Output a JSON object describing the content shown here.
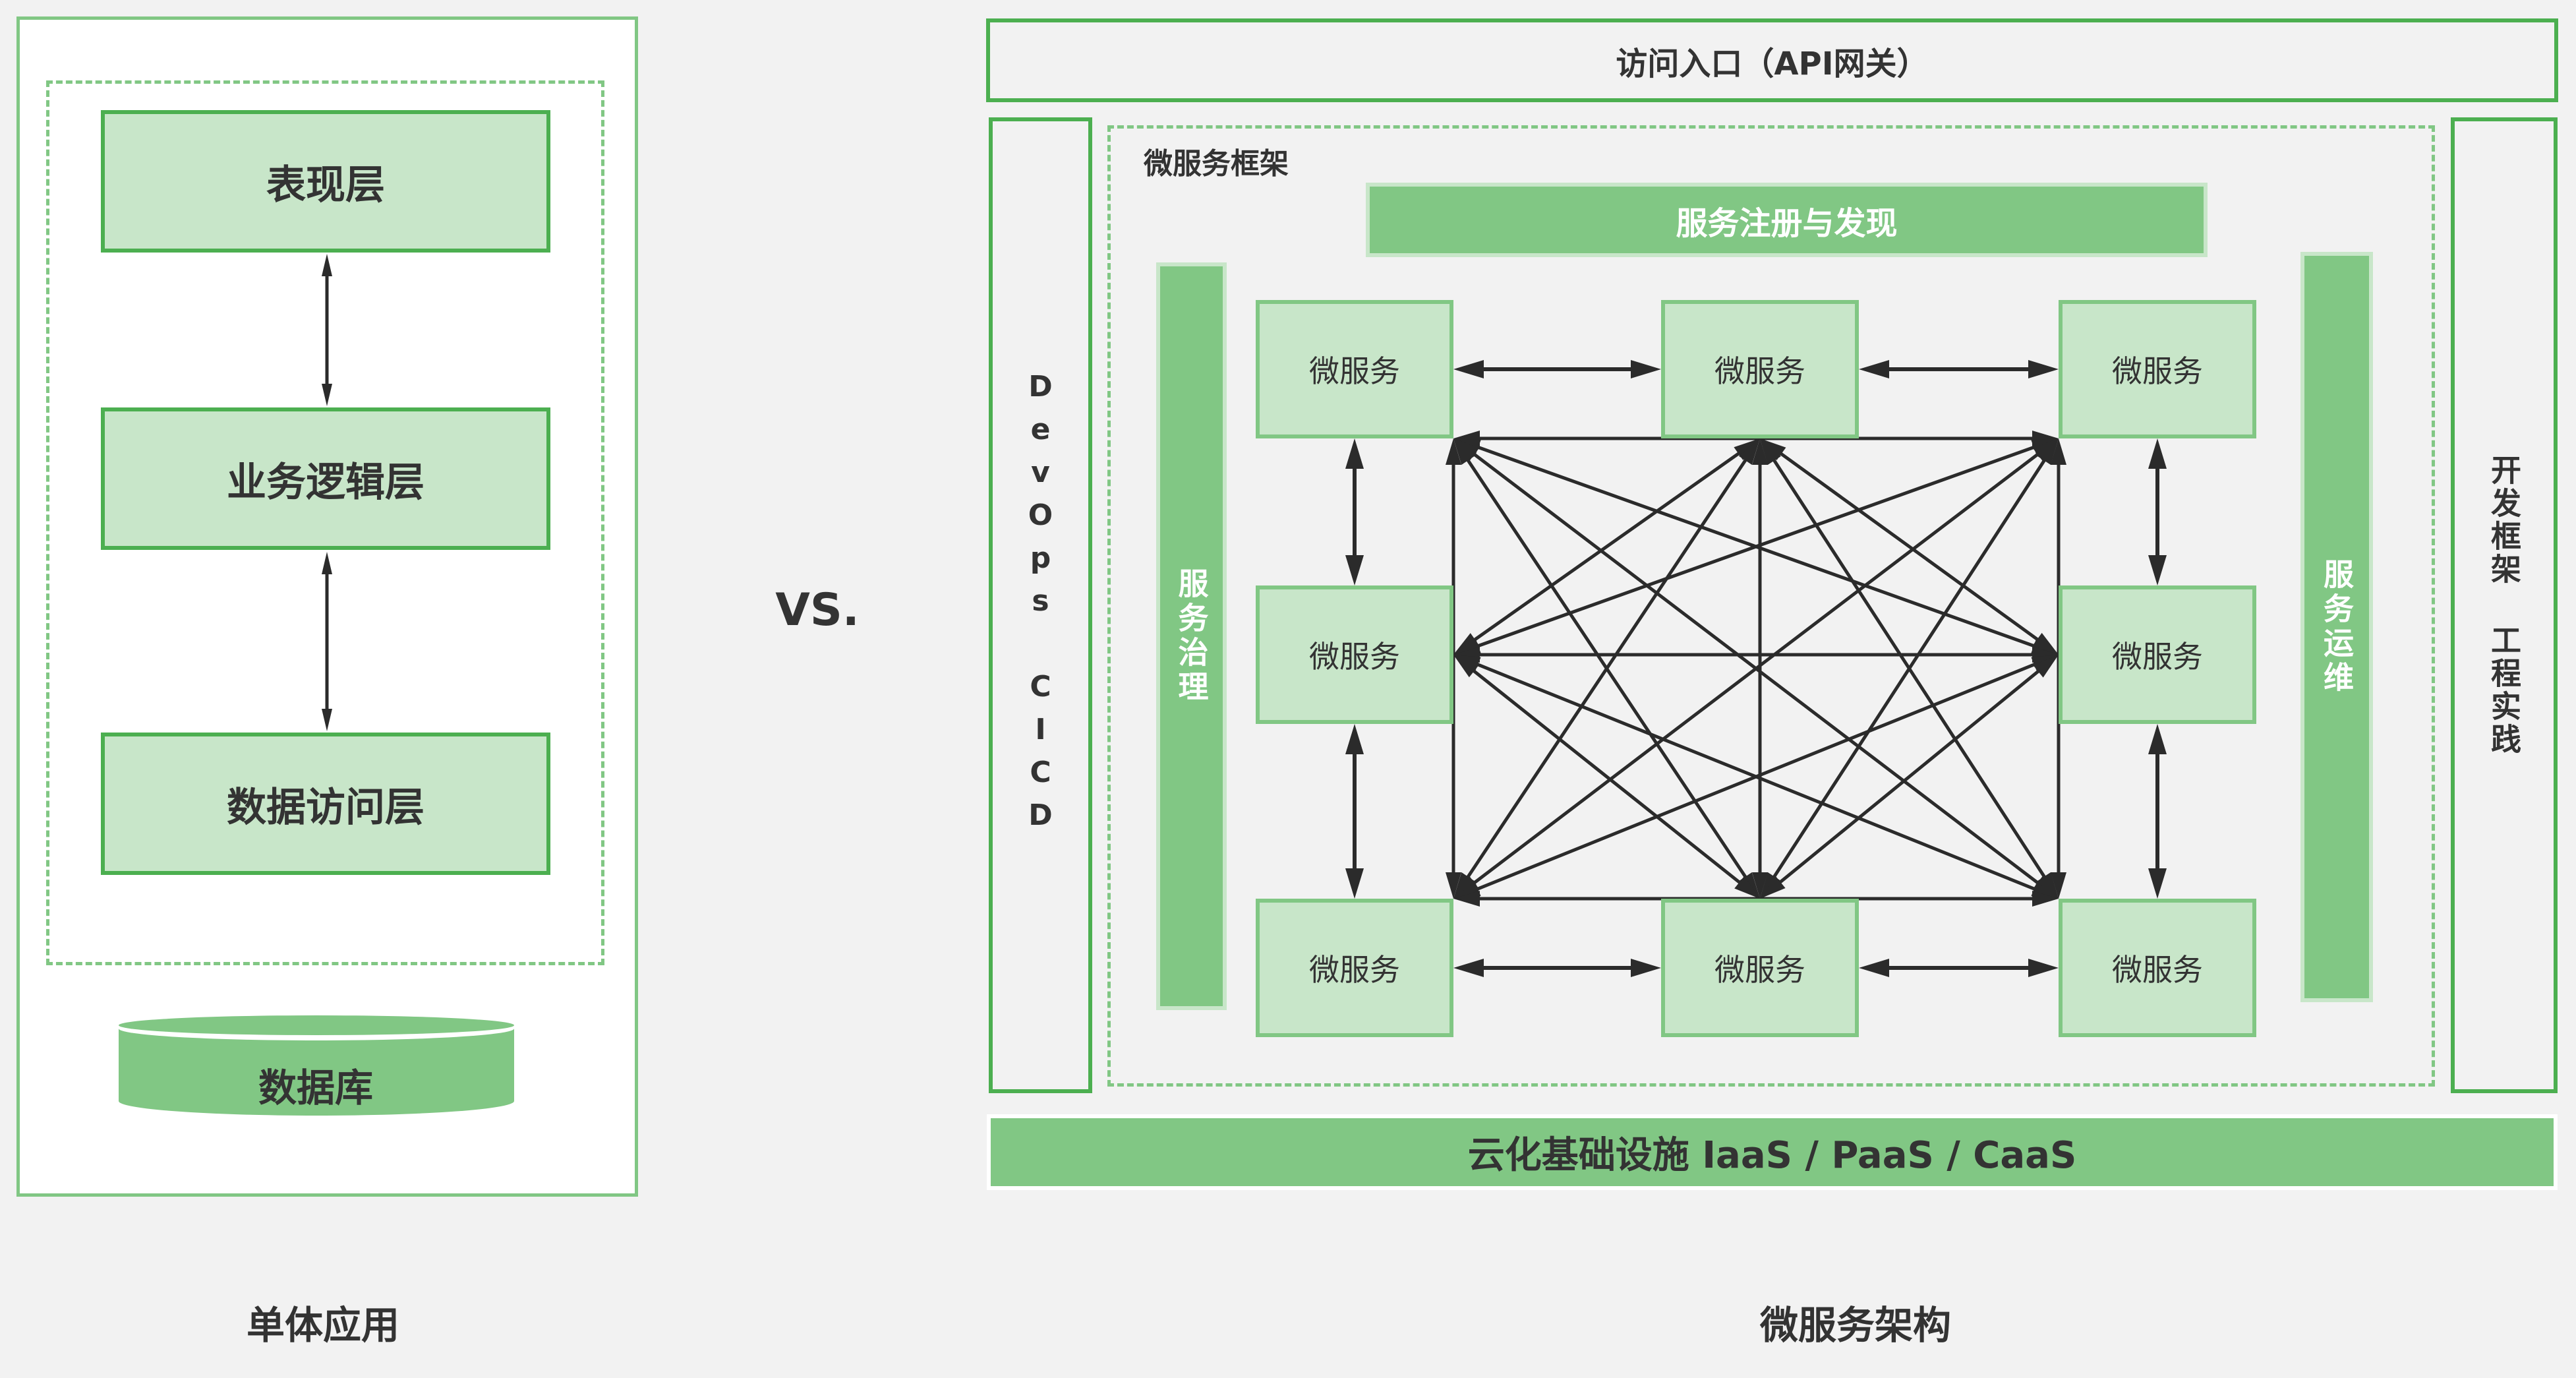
{
  "monolith": {
    "layers": [
      "表现层",
      "业务逻辑层",
      "数据访问层"
    ],
    "database": "数据库",
    "caption": "单体应用"
  },
  "versus": "VS.",
  "microservices": {
    "gateway": "访问入口（API网关）",
    "devops": "DevOps CICD",
    "framework_title": "微服务框架",
    "registry": "服务注册与发现",
    "governance": "服务治理",
    "operations": "服务运维",
    "dev_practice": "开发框架 工程实践",
    "infrastructure": "云化基础设施 IaaS / PaaS / CaaS",
    "caption": "微服务架构",
    "nodes": [
      "微服务",
      "微服务",
      "微服务",
      "微服务",
      "微服务",
      "微服务",
      "微服务",
      "微服务"
    ]
  },
  "colors": {
    "primary_green": "#4caf50",
    "medium_green": "#81c784",
    "light_green": "#c8e6c9",
    "arrow": "#2b2b2b",
    "background": "#f2f2f2"
  }
}
